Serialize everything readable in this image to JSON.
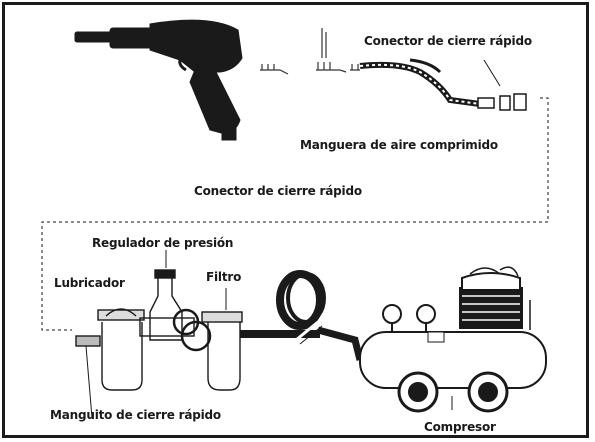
{
  "labels": {
    "quick_connector_top": "Conector de cierre rápido",
    "air_hose": "Manguera de aire comprimido",
    "quick_connector_mid": "Conector de cierre rápido",
    "pressure_regulator": "Regulador de presión",
    "lubricator": "Lubricador",
    "filter": "Filtro",
    "quick_coupling_sleeve": "Manguito de cierre rápido",
    "compressor": "Compresor"
  },
  "colors": {
    "ink": "#1a1a1a",
    "background": "#ffffff"
  },
  "icons": [
    "air-hammer-icon",
    "chisel-bits-icon",
    "quick-connector-icon",
    "coiled-hose-icon",
    "lubricator-unit-icon",
    "pressure-regulator-icon",
    "filter-unit-icon",
    "air-compressor-icon"
  ]
}
